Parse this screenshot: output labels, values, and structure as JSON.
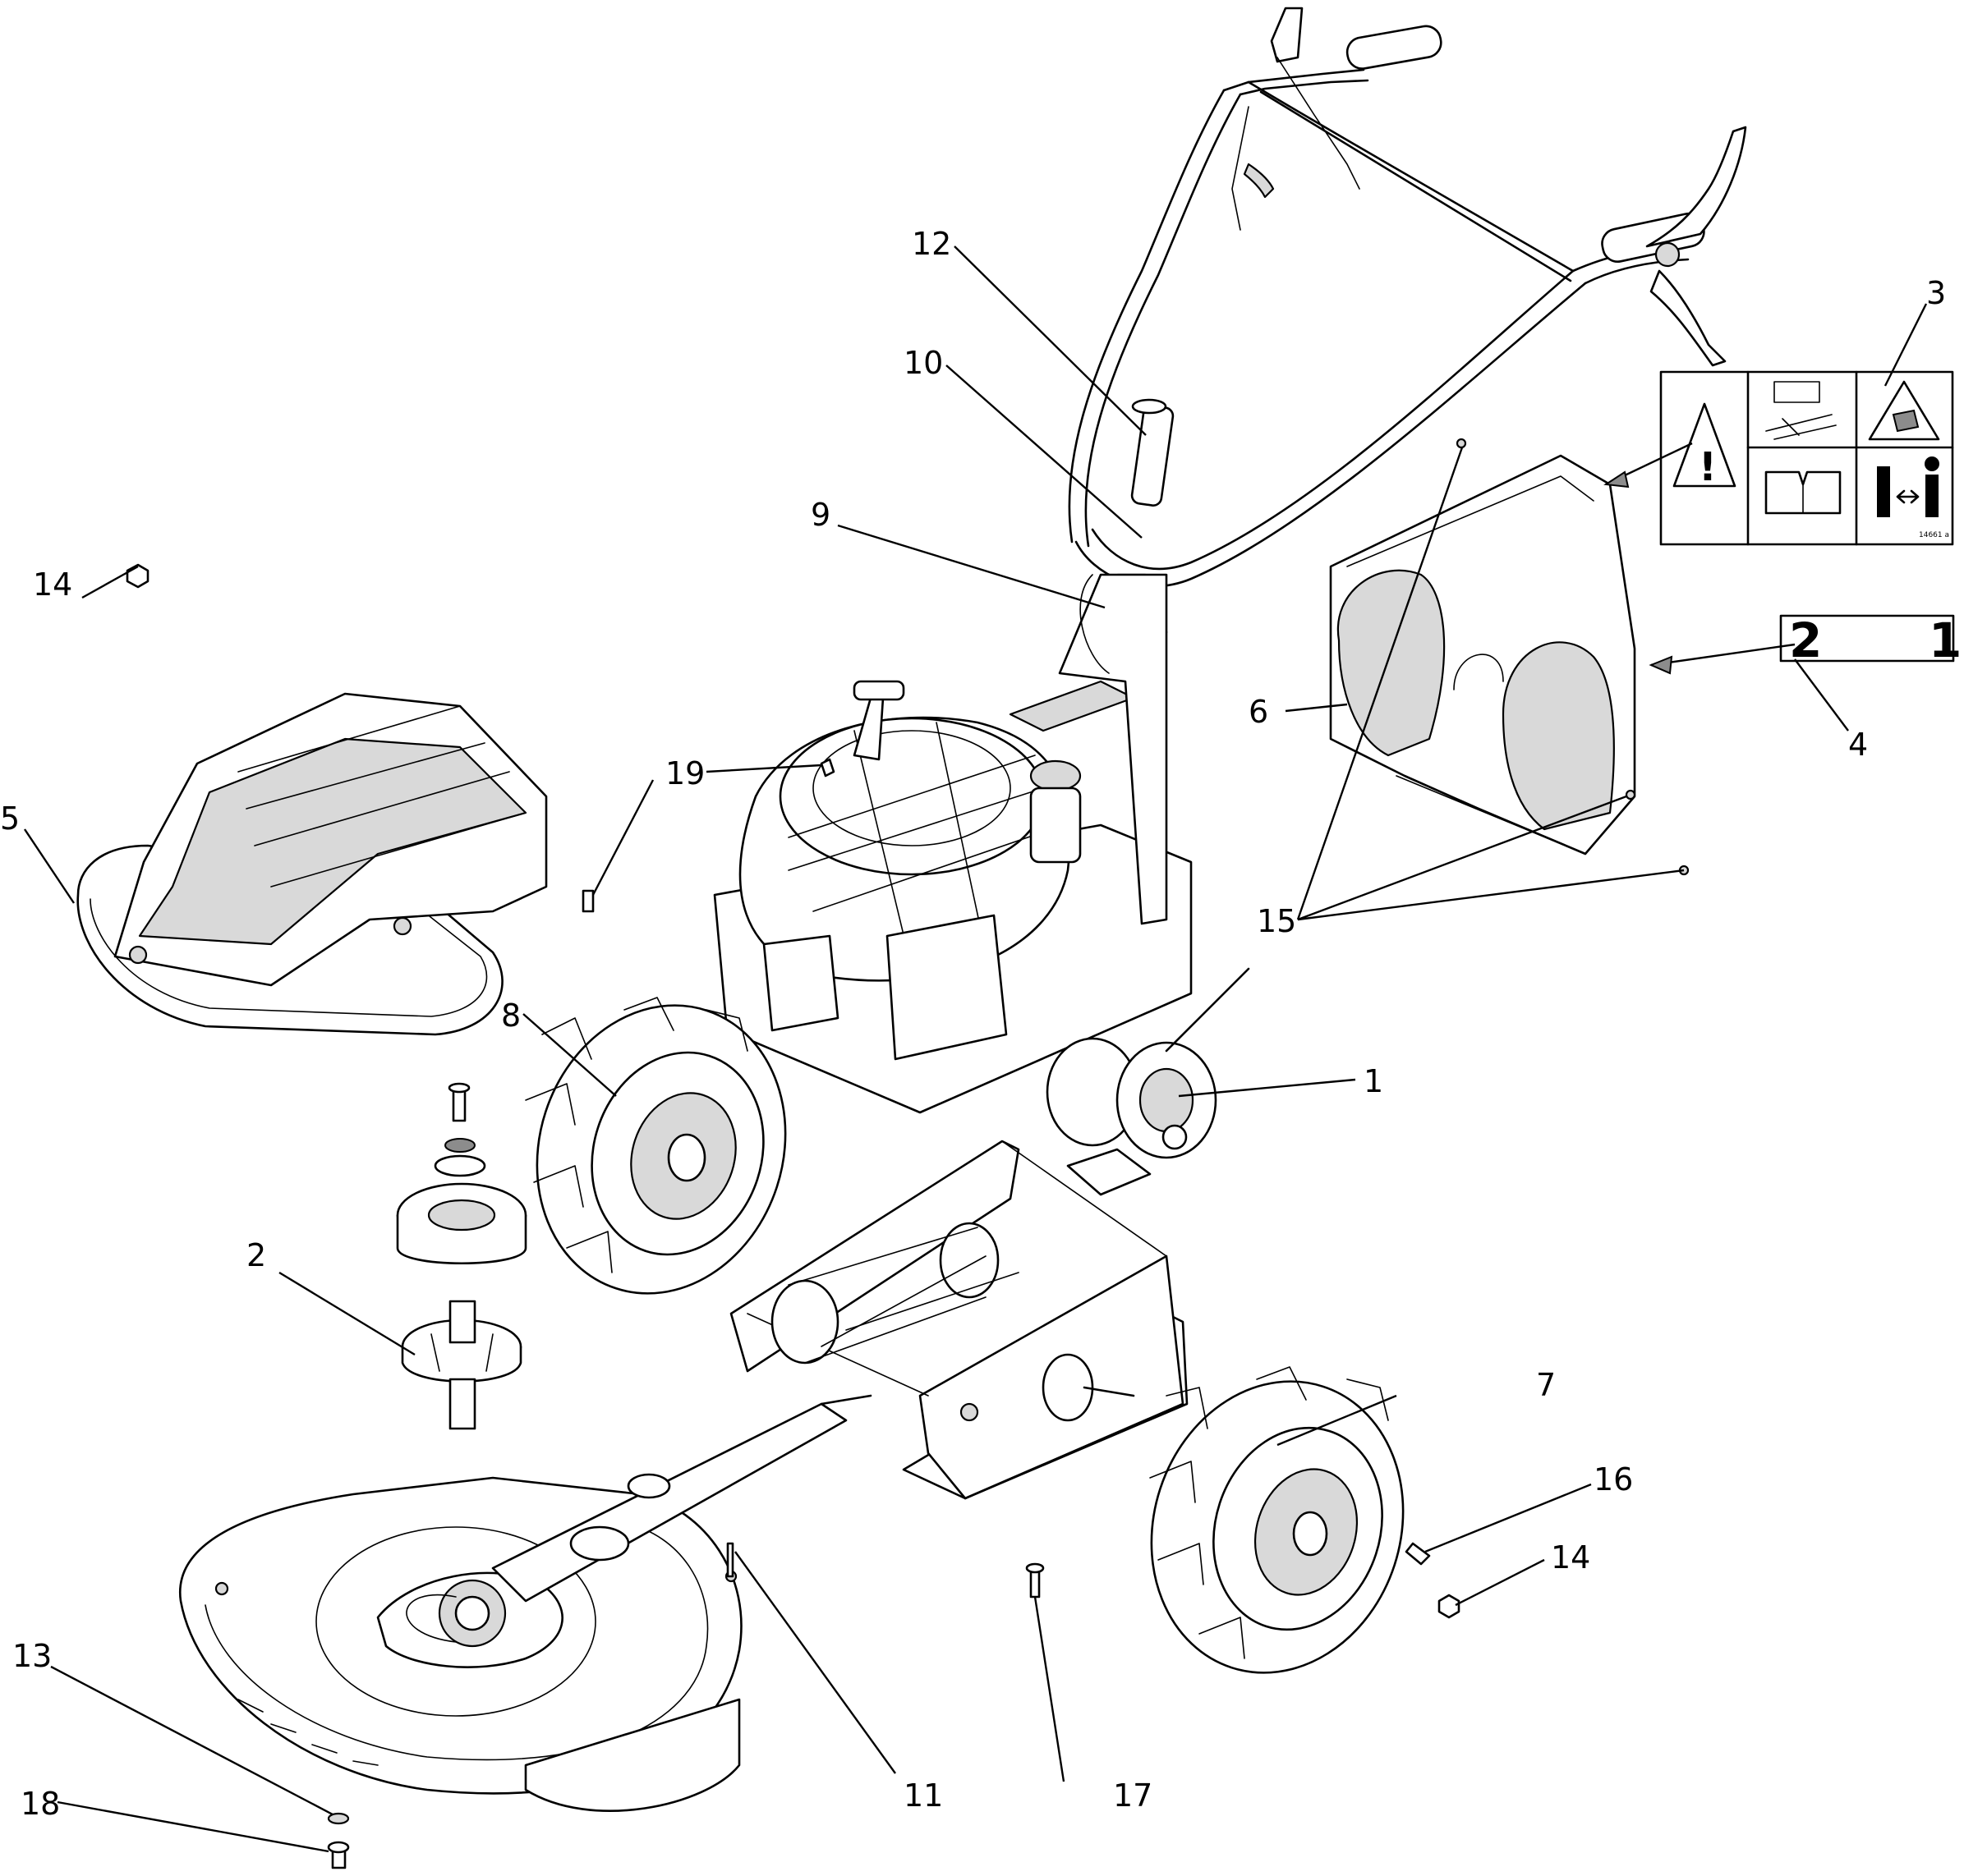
{
  "diagram": {
    "callouts": [
      {
        "id": "c1",
        "label": "1"
      },
      {
        "id": "c2",
        "label": "2"
      },
      {
        "id": "c3",
        "label": "3"
      },
      {
        "id": "c4",
        "label": "4"
      },
      {
        "id": "c5",
        "label": "5"
      },
      {
        "id": "c6",
        "label": "6"
      },
      {
        "id": "c7",
        "label": "7"
      },
      {
        "id": "c8",
        "label": "8"
      },
      {
        "id": "c9",
        "label": "9"
      },
      {
        "id": "c10",
        "label": "10"
      },
      {
        "id": "c11",
        "label": "11"
      },
      {
        "id": "c12",
        "label": "12"
      },
      {
        "id": "c13",
        "label": "13"
      },
      {
        "id": "c14a",
        "label": "14"
      },
      {
        "id": "c14b",
        "label": "14"
      },
      {
        "id": "c15",
        "label": "15"
      },
      {
        "id": "c16",
        "label": "16"
      },
      {
        "id": "c17",
        "label": "17"
      },
      {
        "id": "c18",
        "label": "18"
      },
      {
        "id": "c19",
        "label": "19"
      }
    ],
    "decal_speed": {
      "left": "2",
      "right": "1"
    },
    "decal_warning": {
      "code": "14661 a",
      "icons": [
        "warning-triangle-icon",
        "parts-diagram-icon",
        "blade-hazard-icon",
        "manual-book-icon",
        "keep-distance-icon"
      ]
    }
  }
}
